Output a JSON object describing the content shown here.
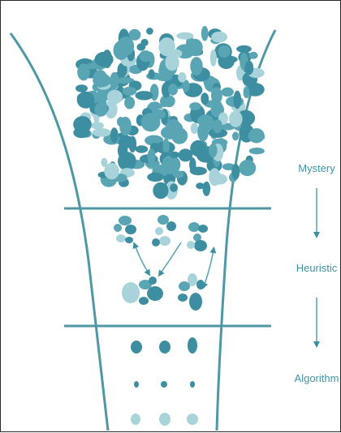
{
  "colors": {
    "funnel": "#4e98a6",
    "blob_dark": "#3d8ea0",
    "blob_mid": "#5aa5b4",
    "blob_light": "#a9d3da",
    "label": "#3e93a8",
    "arrow": "#3d8ea0"
  },
  "stages": [
    {
      "label": "Mystery"
    },
    {
      "label": "Heuristic"
    },
    {
      "label": "Algorithm"
    }
  ]
}
